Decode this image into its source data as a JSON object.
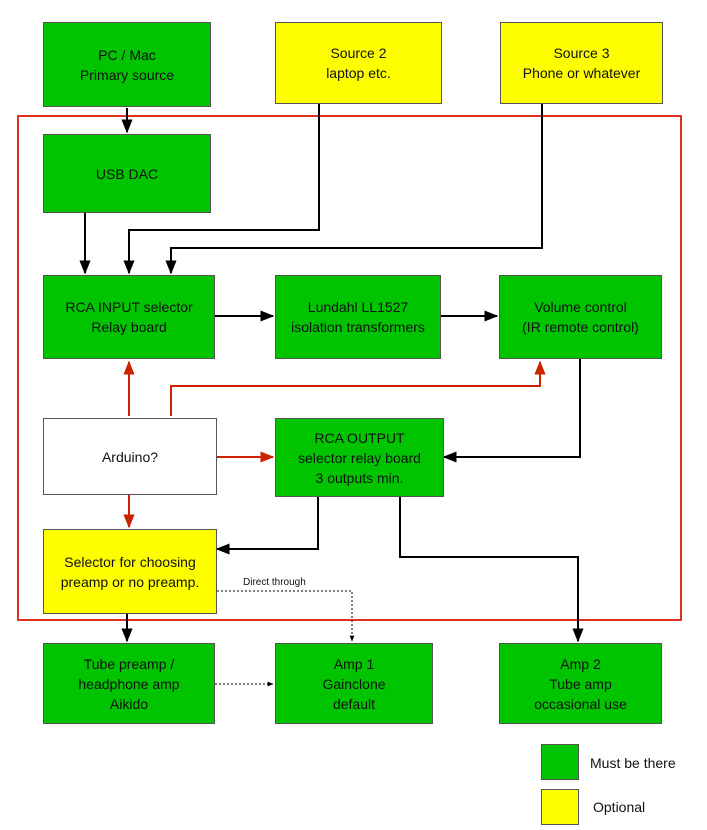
{
  "nodes": {
    "pc": {
      "lines": [
        "PC / Mac",
        "Primary source"
      ],
      "kind": "required"
    },
    "source2": {
      "lines": [
        "Source 2",
        "laptop etc."
      ],
      "kind": "optional"
    },
    "source3": {
      "lines": [
        "Source 3",
        "Phone or whatever"
      ],
      "kind": "optional"
    },
    "usbdac": {
      "lines": [
        "USB DAC"
      ],
      "kind": "required"
    },
    "rca_input": {
      "lines": [
        "RCA INPUT selector",
        "Relay board"
      ],
      "kind": "required"
    },
    "lundahl": {
      "lines": [
        "Lundahl LL1527",
        "isolation transformers"
      ],
      "kind": "required"
    },
    "volume": {
      "lines": [
        "Volume control",
        "(IR remote control)"
      ],
      "kind": "required"
    },
    "arduino": {
      "lines": [
        "Arduino?"
      ],
      "kind": "unknown"
    },
    "rca_output": {
      "lines": [
        "RCA OUTPUT",
        "selector relay board",
        "3 outputs min."
      ],
      "kind": "required"
    },
    "selector": {
      "lines": [
        "Selector for choosing",
        "preamp or no preamp."
      ],
      "kind": "optional"
    },
    "tube_preamp": {
      "lines": [
        "Tube preamp /",
        "headphone amp",
        "Aikido"
      ],
      "kind": "required"
    },
    "amp1": {
      "lines": [
        "Amp 1",
        "Gainclone",
        "default"
      ],
      "kind": "required"
    },
    "amp2": {
      "lines": [
        "Amp 2",
        "Tube amp",
        "occasional use"
      ],
      "kind": "required"
    }
  },
  "edge_labels": {
    "direct_through": "Direct through"
  },
  "legend": {
    "must": {
      "label": "Must be there",
      "color": "#00c400"
    },
    "optional": {
      "label": "Optional",
      "color": "#ffff00"
    }
  },
  "colors": {
    "signal": "#000000",
    "control": "#cc2200",
    "enclosure": "#e03020"
  }
}
